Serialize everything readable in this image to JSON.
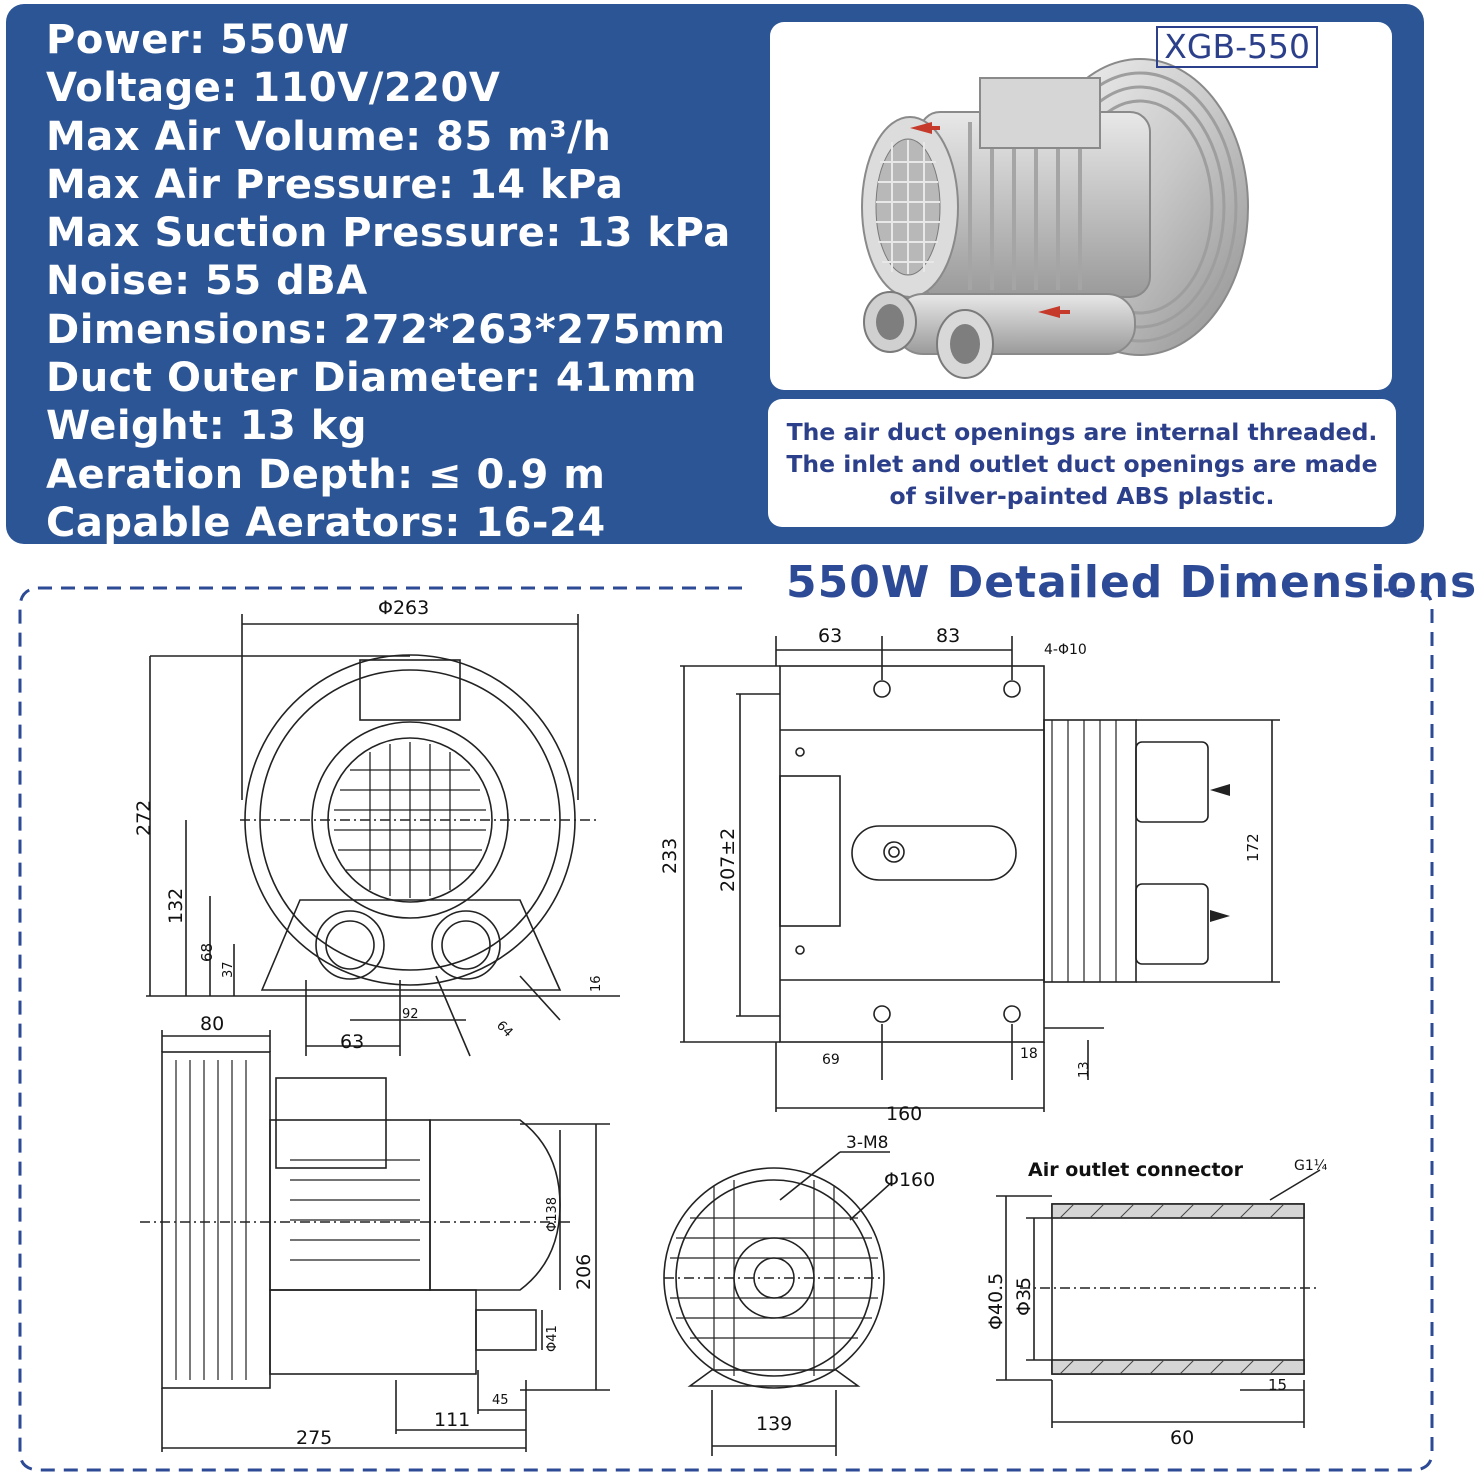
{
  "specs": [
    "Power: 550W",
    "Voltage: 110V/220V",
    "Max Air Volume: 85 m³/h",
    "Max Air Pressure: 14 kPa",
    "Max Suction Pressure: 13 kPa",
    "Noise: 55 dBA",
    "Dimensions: 272*263*275mm",
    "Duct Outer Diameter: 41mm",
    "Weight: 13 kg",
    "Aeration Depth: ≤ 0.9 m",
    "Capable Aerators: 16-24"
  ],
  "product": {
    "model": "XGB-550"
  },
  "note": [
    "The air duct openings are internal threaded.",
    "The inlet and outlet duct openings are made",
    "of silver-painted ABS plastic."
  ],
  "dimensions_title": "550W Detailed Dimensions",
  "drawing_labels": {
    "front": {
      "diameter": "Φ263",
      "height": "272",
      "center": "132",
      "d68": "68",
      "d37": "37",
      "d16": "16",
      "d63": "63",
      "d92": "92",
      "d64": "64"
    },
    "top": {
      "d63": "63",
      "d83": "83",
      "holes": "4-Φ10",
      "d233": "233",
      "d207": "207±2",
      "d172": "172",
      "d69": "69",
      "d18": "18",
      "d13": "13",
      "d160": "160"
    },
    "side": {
      "d80": "80",
      "d138": "Φ138",
      "d206": "206",
      "d41": "Φ41",
      "d45": "45",
      "d111": "111",
      "d275": "275"
    },
    "rear": {
      "m8": "3-M8",
      "d160": "Φ160",
      "d139": "139"
    },
    "connector": {
      "title": "Air outlet connector",
      "thread": "G1¼",
      "d405": "Φ40.5",
      "d35": "Φ35",
      "d15": "15",
      "d60": "60"
    }
  }
}
